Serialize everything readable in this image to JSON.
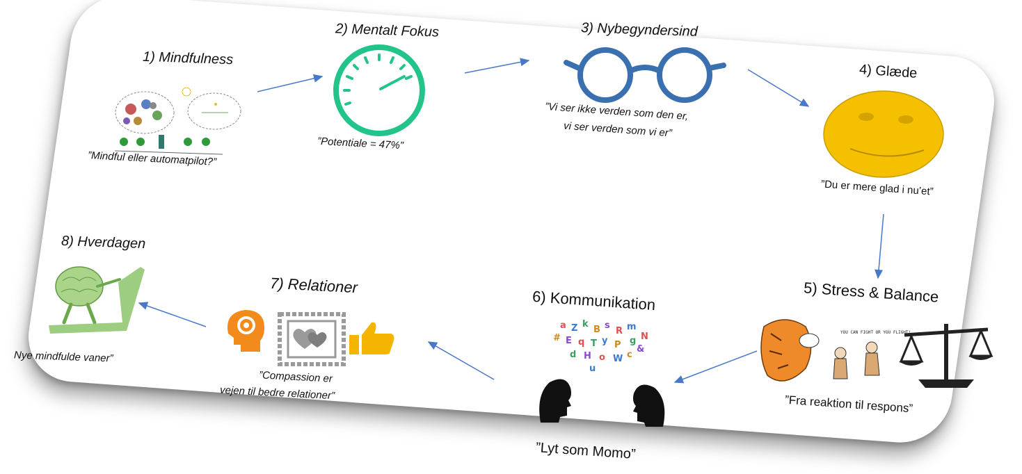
{
  "steps": [
    {
      "title": "1) Mindfulness",
      "quote": "”Mindful eller automatpilot?”"
    },
    {
      "title": "2) Mentalt Fokus",
      "quote": "”Potentiale = 47%”"
    },
    {
      "title": "3) Nybegyndersind",
      "quote_line1": "”Vi ser ikke verden som den er,",
      "quote_line2": "vi ser verden som vi er”"
    },
    {
      "title": "4) Glæde",
      "quote": "”Du er mere glad i nu’et”"
    },
    {
      "title": "5) Stress & Balance",
      "quote": "”Fra reaktion til respons”",
      "comic_text": "YOU CAN FIGHT OR YOU FLIGHT!"
    },
    {
      "title": "6) Kommunikation",
      "quote": "”Lyt som Momo”"
    },
    {
      "title": "7) Relationer",
      "quote_line1": "”Compassion er",
      "quote_line2": "vejen til bedre relationer”"
    },
    {
      "title": "8) Hverdagen",
      "quote": "Nye mindfulde vaner”"
    }
  ],
  "colors": {
    "arrow": "#4a78c8",
    "gauge": "#22c48a",
    "glasses": "#3a6fb0",
    "smiley": "#f5c000",
    "relations_orange": "#f28b1c",
    "relations_gray": "#9a9a9a",
    "relations_yellow": "#f5b400",
    "brain_green": "#8cc46b"
  },
  "icons": [
    "thought-cloud-icon",
    "gauge-icon",
    "glasses-icon",
    "smiley-icon",
    "tiger-icon",
    "scales-icon",
    "speaking-heads-icon",
    "head-gear-icon",
    "heart-stamp-icon",
    "thumbs-up-icon",
    "brain-treadmill-icon"
  ]
}
